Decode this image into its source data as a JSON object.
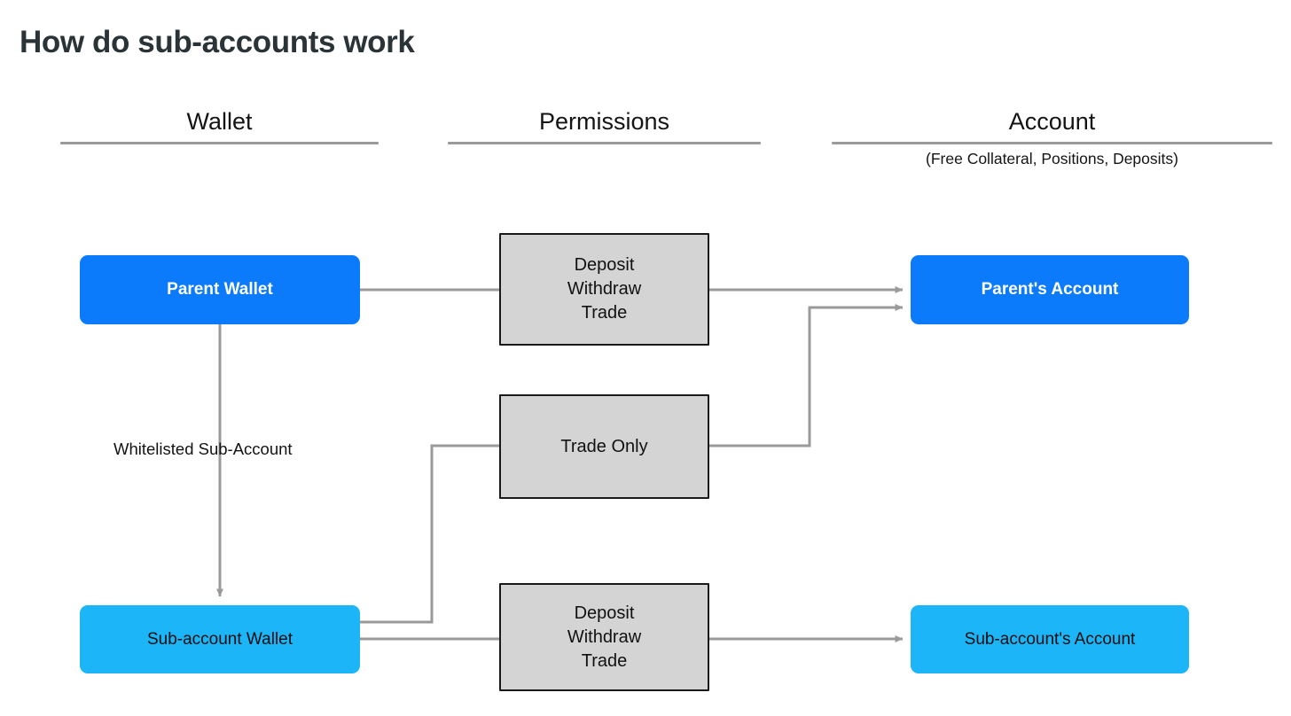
{
  "page": {
    "title": "How do sub-accounts work",
    "background": "#ffffff"
  },
  "columns": [
    {
      "name": "wallet",
      "title": "Wallet",
      "subtitle": ""
    },
    {
      "name": "permissions",
      "title": "Permissions",
      "subtitle": ""
    },
    {
      "name": "account",
      "title": "Account",
      "subtitle": "(Free Collateral, Positions, Deposits)"
    }
  ],
  "nodes": {
    "parent_wallet": {
      "label": "Parent Wallet",
      "color": "#0b7bfc",
      "text_color": "#ffffff"
    },
    "subaccount_wallet": {
      "label": "Sub-account Wallet",
      "color": "#1cb5f7",
      "text_color": "#0d0d0d"
    },
    "parents_account": {
      "label": "Parent's Account",
      "color": "#0b7bfc",
      "text_color": "#ffffff"
    },
    "subaccounts_account": {
      "label": "Sub-account's Account",
      "color": "#1cb5f7",
      "text_color": "#0d0d0d"
    },
    "permission_parent": {
      "lines": [
        "Deposit",
        "Withdraw",
        "Trade"
      ],
      "color": "#d4d4d4",
      "border": "#1a1a1a"
    },
    "permission_trade_only": {
      "lines": [
        "Trade Only"
      ],
      "color": "#d4d4d4",
      "border": "#1a1a1a"
    },
    "permission_subaccount": {
      "lines": [
        "Deposit",
        "Withdraw",
        "Trade"
      ],
      "color": "#d4d4d4",
      "border": "#1a1a1a"
    }
  },
  "edges": [
    {
      "name": "parent-wallet-to-permission-parent",
      "from": "parent_wallet",
      "to": "permission_parent",
      "label": "",
      "arrow": false
    },
    {
      "name": "permission-parent-to-parents-account",
      "from": "permission_parent",
      "to": "parents_account",
      "label": "",
      "arrow": true
    },
    {
      "name": "parent-wallet-to-subaccount-wallet",
      "from": "parent_wallet",
      "to": "subaccount_wallet",
      "label": "Whitelisted Sub-Account",
      "arrow": true
    },
    {
      "name": "subaccount-wallet-to-trade-only",
      "from": "subaccount_wallet",
      "to": "permission_trade_only",
      "label": "",
      "arrow": false
    },
    {
      "name": "trade-only-to-parents-account",
      "from": "permission_trade_only",
      "to": "parents_account",
      "label": "",
      "arrow": true
    },
    {
      "name": "subaccount-wallet-to-permission-subaccount",
      "from": "subaccount_wallet",
      "to": "permission_subaccount",
      "label": "",
      "arrow": false
    },
    {
      "name": "permission-subaccount-to-subaccounts-account",
      "from": "permission_subaccount",
      "to": "subaccounts_account",
      "label": "",
      "arrow": true
    }
  ],
  "style": {
    "wire_color": "#9a9a9a",
    "rule_color": "#9a9a9a",
    "title_color": "#2a3338"
  }
}
